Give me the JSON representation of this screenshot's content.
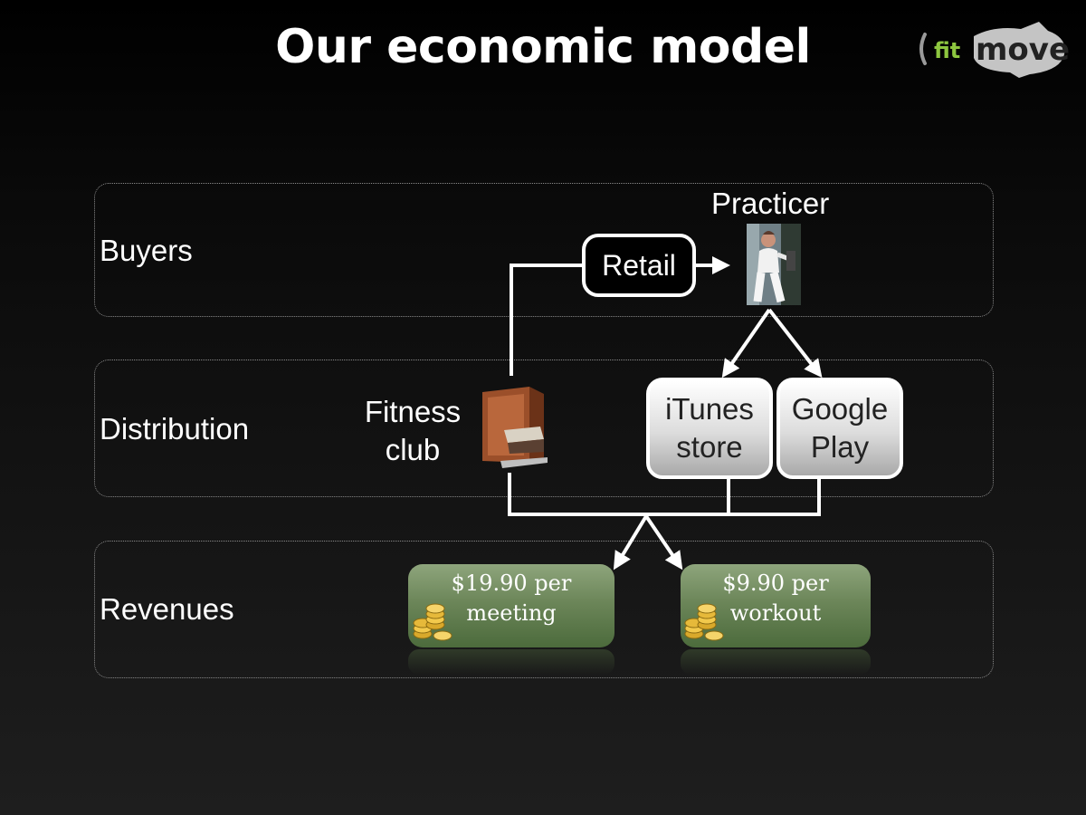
{
  "slide": {
    "title": "Our economic model"
  },
  "logo": {
    "part1": "fit",
    "part2": "move"
  },
  "lanes": {
    "buyers": "Buyers",
    "distribution": "Distribution",
    "revenues": "Revenues"
  },
  "nodes": {
    "practicer": "Practicer",
    "retail": "Retail",
    "fitness_club_line1": "Fitness",
    "fitness_club_line2": "club",
    "itunes_line1": "iTunes",
    "itunes_line2": "store",
    "google_line1": "Google",
    "google_line2": "Play"
  },
  "revenues": {
    "meeting_line1": "$19.90 per",
    "meeting_line2": "meeting",
    "workout_line1": "$9.90 per",
    "workout_line2": "workout"
  },
  "icons": [
    "person-photo-icon",
    "fitness-club-building-icon",
    "gold-coins-icon"
  ],
  "colors": {
    "logo_green": "#8dc63f",
    "revenue_green": "#6c8659",
    "background": "#000000"
  }
}
